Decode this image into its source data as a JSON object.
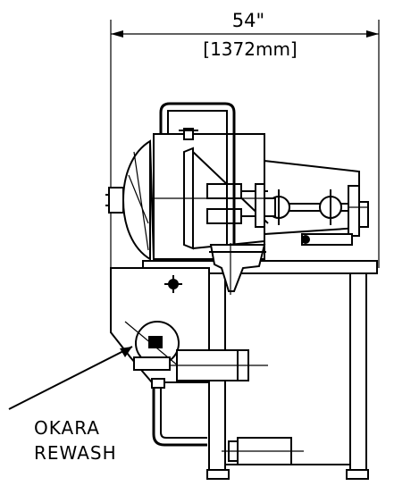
{
  "dimension": {
    "inches": "54\"",
    "millimeters": "[1372mm]"
  },
  "callout": {
    "line1": "OKARA",
    "line2": "REWASH"
  }
}
